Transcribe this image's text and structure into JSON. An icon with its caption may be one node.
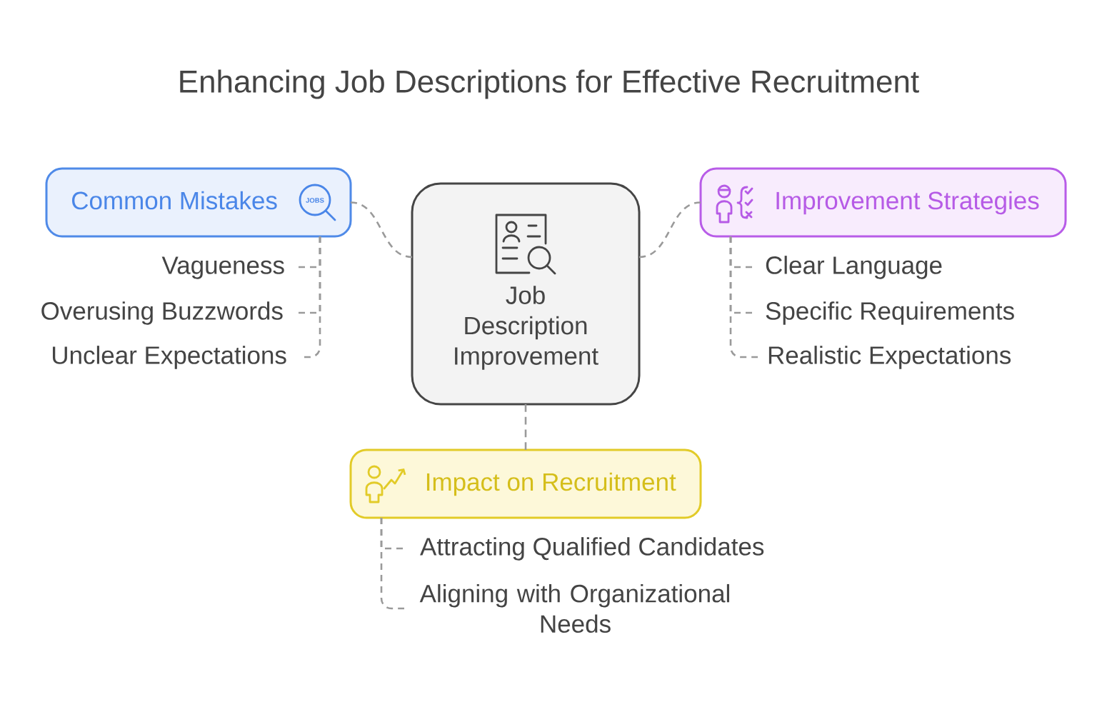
{
  "diagram": {
    "title": "Enhancing Job Descriptions for Effective Recruitment",
    "nodes": [
      {
        "text": [
          "Common Mistakes"
        ]
      },
      {
        "text": [
          "Vagueness"
        ]
      },
      {
        "text": [
          "Overusing Buzzwords"
        ]
      },
      {
        "text": [
          "Unclear Expectations"
        ]
      },
      {
        "text": [
          "Job Description Improvement"
        ]
      },
      {
        "text": [
          "Improvement Strategies"
        ]
      },
      {
        "text": [
          "Clear Language"
        ]
      },
      {
        "text": [
          "Specific Requirements"
        ]
      },
      {
        "text": [
          "Realistic Expectations"
        ]
      },
      {
        "text": [
          "Impact on Recruitment"
        ]
      },
      {
        "text": [
          "Attracting Qualified Candidates"
        ]
      },
      {
        "text": [
          "Aligning with Organizational Needs"
        ]
      }
    ],
    "edges": [
      {
        "from": 4,
        "to": 0,
        "arrow": "none",
        "style": "dashed"
      },
      {
        "from": 4,
        "to": 5,
        "arrow": "none",
        "style": "dashed"
      },
      {
        "from": 4,
        "to": 9,
        "arrow": "none",
        "style": "dashed"
      },
      {
        "from": 0,
        "to": 1,
        "arrow": "none",
        "style": "dashed"
      },
      {
        "from": 0,
        "to": 2,
        "arrow": "none",
        "style": "dashed"
      },
      {
        "from": 0,
        "to": 3,
        "arrow": "none",
        "style": "dashed"
      },
      {
        "from": 5,
        "to": 6,
        "arrow": "none",
        "style": "dashed"
      },
      {
        "from": 5,
        "to": 7,
        "arrow": "none",
        "style": "dashed"
      },
      {
        "from": 5,
        "to": 8,
        "arrow": "none",
        "style": "dashed"
      },
      {
        "from": 9,
        "to": 10,
        "arrow": "none",
        "style": "dashed"
      },
      {
        "from": 9,
        "to": 11,
        "arrow": "none",
        "style": "dashed"
      }
    ],
    "labels": [
      "JOBS"
    ]
  }
}
